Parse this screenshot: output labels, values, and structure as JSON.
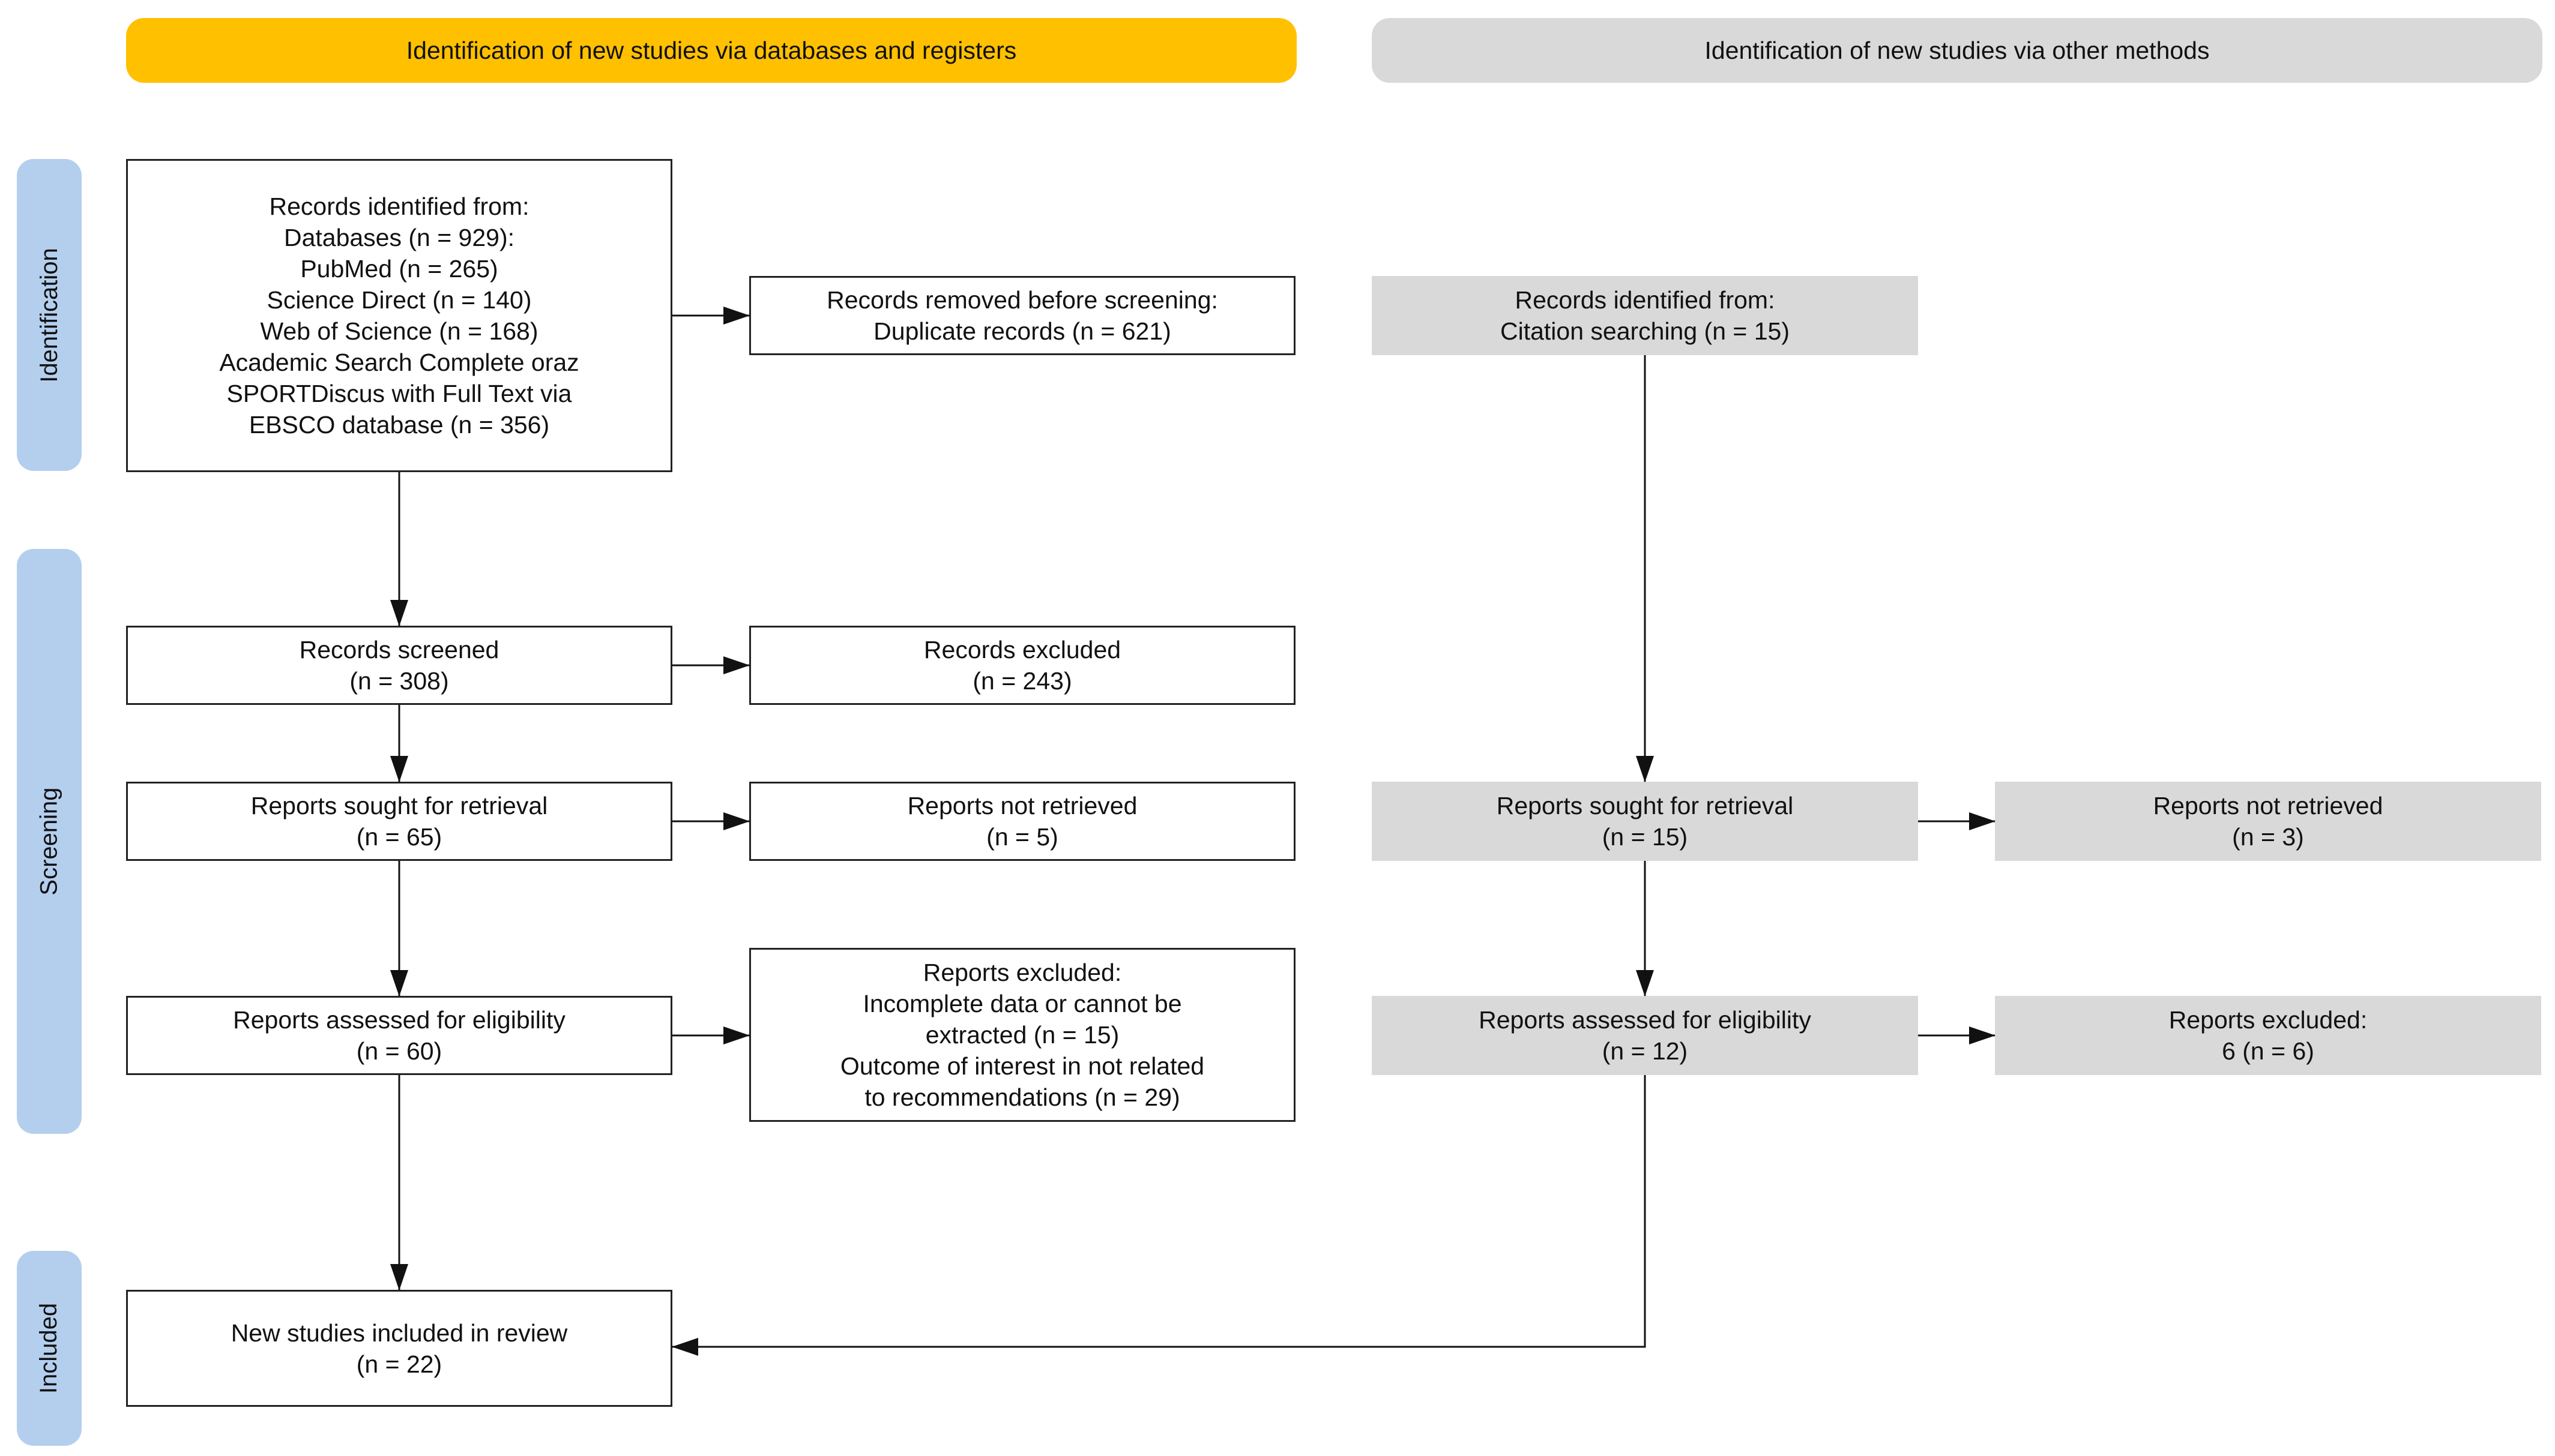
{
  "headers": {
    "databases": "Identification of new studies via databases and registers",
    "other_methods": "Identification of new studies via other methods"
  },
  "phases": {
    "identification": "Identification",
    "screening": "Screening",
    "included": "Included"
  },
  "databases_column": {
    "records_identified": [
      "Records identified from:",
      "Databases (n = 929):",
      "PubMed (n = 265)",
      "Science Direct (n = 140)",
      "Web of Science (n = 168)",
      "Academic Search Complete oraz",
      "SPORTDiscus with Full Text via",
      "EBSCO database (n = 356)"
    ],
    "records_removed": [
      "Records removed before screening:",
      "Duplicate records (n = 621)"
    ],
    "records_screened": [
      "Records screened",
      "(n = 308)"
    ],
    "records_excluded": [
      "Records excluded",
      "(n = 243)"
    ],
    "reports_sought": [
      "Reports sought for retrieval",
      "(n = 65)"
    ],
    "reports_not_retrieved": [
      "Reports not retrieved",
      "(n = 5)"
    ],
    "reports_assessed": [
      "Reports assessed for eligibility",
      "(n = 60)"
    ],
    "reports_excluded": [
      "Reports excluded:",
      "Incomplete data or cannot be",
      "extracted (n = 15)",
      "Outcome of interest in not related",
      "to recommendations (n = 29)"
    ],
    "included": [
      "New studies included in review",
      "(n = 22)"
    ]
  },
  "other_column": {
    "records_identified": [
      "Records identified from:",
      "Citation searching (n = 15)"
    ],
    "reports_sought": [
      "Reports sought for retrieval",
      "(n = 15)"
    ],
    "reports_not_retrieved": [
      "Reports not retrieved",
      "(n = 3)"
    ],
    "reports_assessed": [
      "Reports assessed for eligibility",
      "(n = 12)"
    ],
    "reports_excluded": [
      "Reports excluded:",
      "6 (n = 6)"
    ]
  },
  "colors": {
    "databases_header": "#FFC000",
    "other_header": "#D9D9D9",
    "phase_label": "#B4CFEE",
    "grey_box": "#D9D9D9",
    "line": "#111111"
  }
}
